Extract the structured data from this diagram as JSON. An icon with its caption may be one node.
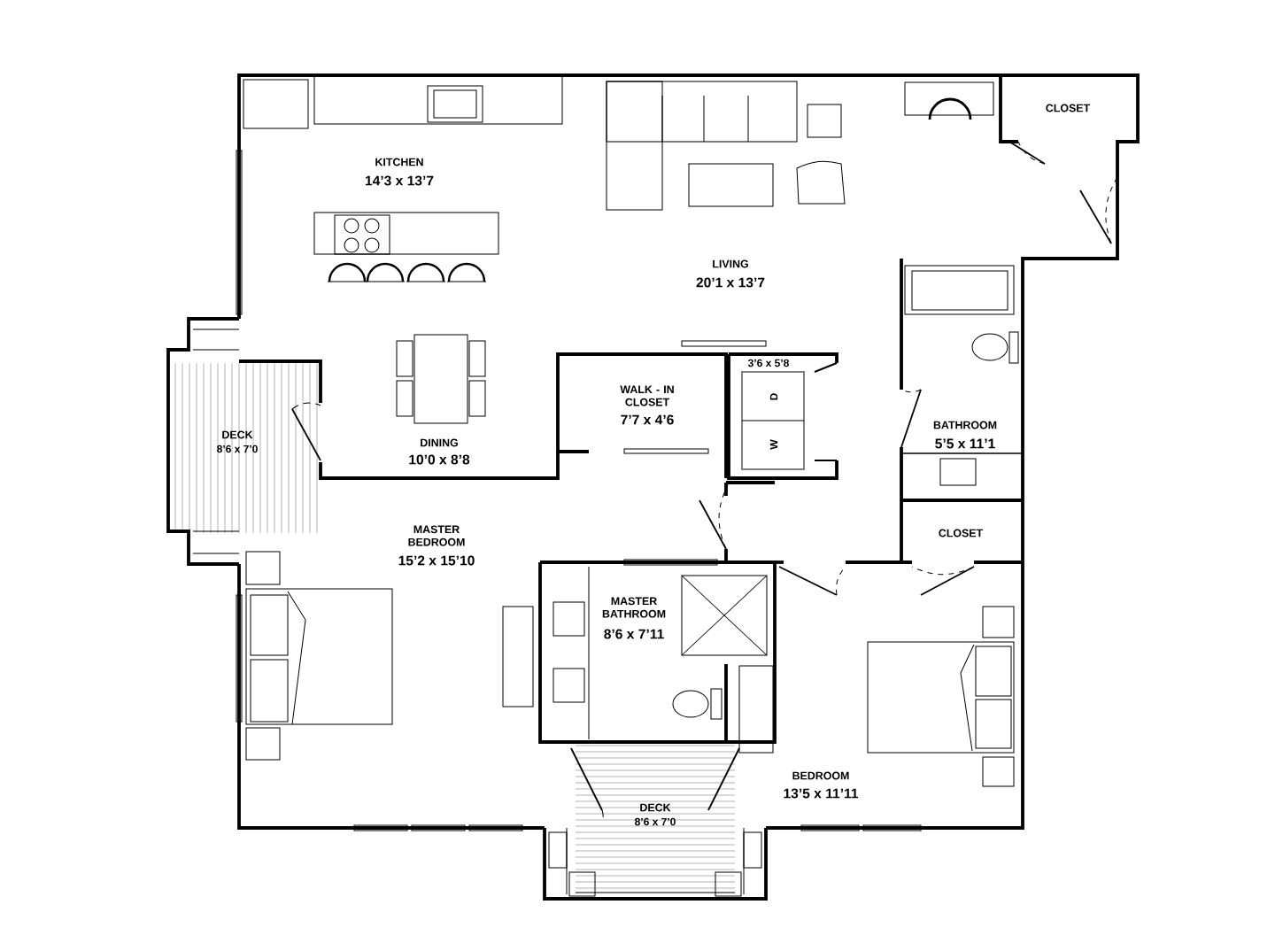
{
  "diagram": {
    "labels": [
      "KITCHEN",
      "14’3 x 13’7",
      "LIVING",
      "20’1 x 13’7",
      "CLOSET",
      "WALK - IN CLOSET",
      "7’7 x 4’6",
      "3’6 x 5’8",
      "D",
      "W",
      "BATHROOM",
      "5’5 x 11’1",
      "DECK",
      "8’6 x 7’0",
      "DINING",
      "10’0 x 8’8",
      "CLOSET",
      "MASTER BEDROOM",
      "15’2 x 15’10",
      "MASTER BATHROOM",
      "8’6 x 7’11",
      "BEDROOM",
      "13’5 x 11’11",
      "DECK",
      "8’6 x 7’0"
    ]
  }
}
